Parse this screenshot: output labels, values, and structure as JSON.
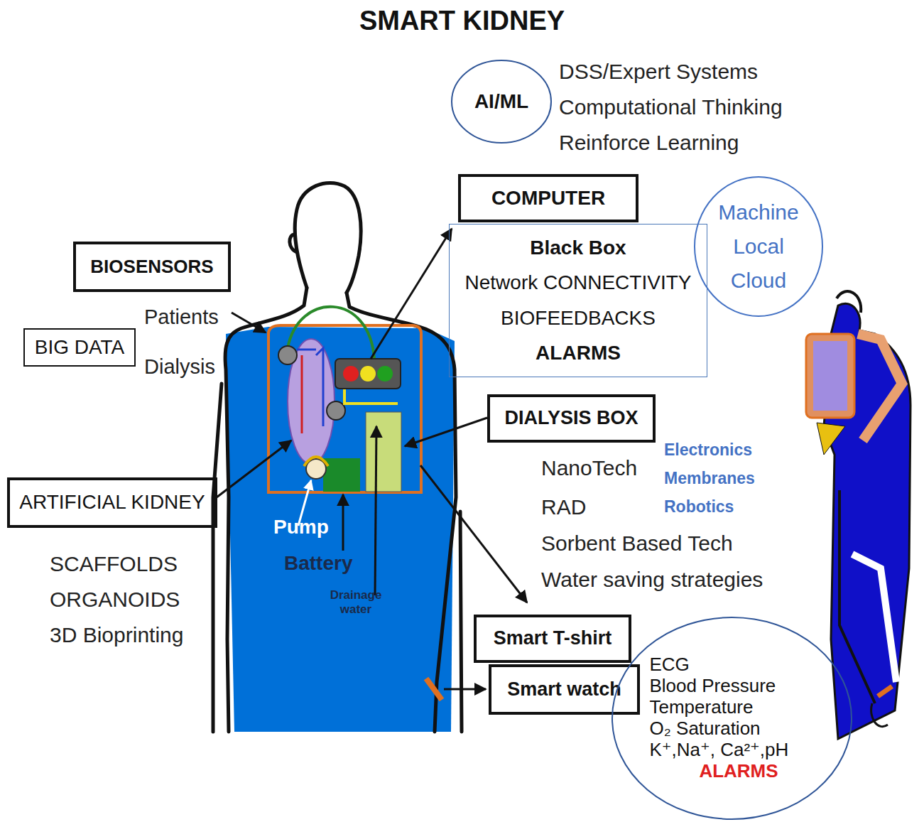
{
  "diagram": {
    "title": "SMART KIDNEY",
    "nodes": [
      {
        "text": [
          "AI/ML"
        ]
      },
      {
        "text": [
          "COMPUTER"
        ]
      },
      {
        "text": [
          "Black Box",
          "Network CONNECTIVITY",
          "BIOFEEDBACKS",
          "ALARMS"
        ]
      },
      {
        "text": [
          "Machine Local Cloud"
        ]
      },
      {
        "text": [
          "BIOSENSORS"
        ]
      },
      {
        "text": [
          "BIG DATA"
        ]
      },
      {
        "text": [
          "DIALYSIS BOX"
        ]
      },
      {
        "text": [
          "ARTIFICIAL KIDNEY"
        ]
      },
      {
        "text": [
          "Smart T-shirt"
        ]
      },
      {
        "text": [
          "Smart watch"
        ]
      },
      {
        "text": [
          "ECG",
          "Blood Pressure",
          "Temperature",
          "O₂ Saturation",
          "K⁺,Na⁺, Ca²⁺,pH",
          "ALARMS"
        ]
      }
    ],
    "labels": [
      "DSS/Expert Systems",
      "Computational Thinking",
      "Reinforce Learning",
      "Patients",
      "Dialysis",
      "NanoTech",
      "RAD",
      "Sorbent Based Tech",
      "Water saving strategies",
      "Electronics",
      "Membranes",
      "Robotics",
      "SCAFFOLDS",
      "ORGANOIDS",
      "3D Bioprinting",
      "Pump",
      "Battery",
      "Drainage water"
    ]
  }
}
